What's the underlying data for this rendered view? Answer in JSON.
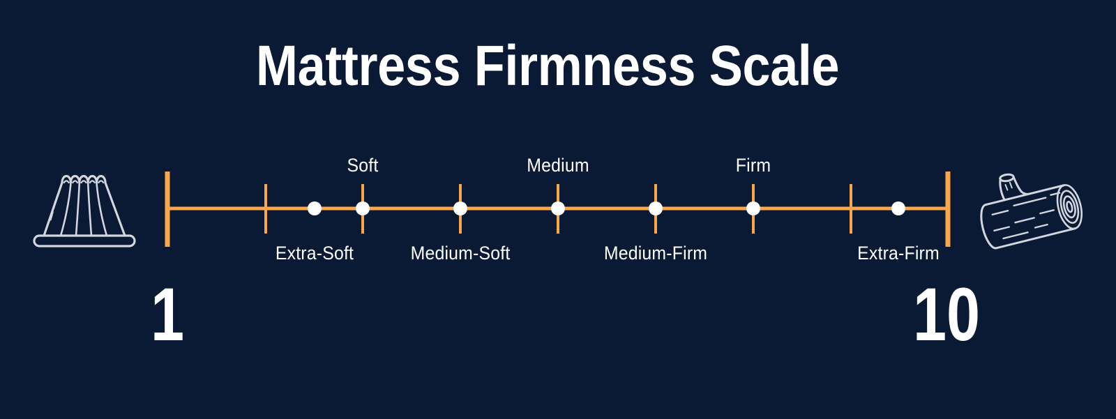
{
  "title": "Mattress Firmness Scale",
  "colors": {
    "background": "#0B1A34",
    "scale_orange": "#FAA74C",
    "text_white": "#FFFFFF",
    "icon_outline": "#D2D6DE"
  },
  "scale": {
    "min": {
      "value": "1"
    },
    "max": {
      "value": "10"
    },
    "points": [
      {
        "label": "Extra-Soft",
        "label_side": "below"
      },
      {
        "label": "Soft",
        "label_side": "above"
      },
      {
        "label": "Medium-Soft",
        "label_side": "below"
      },
      {
        "label": "Medium",
        "label_side": "above"
      },
      {
        "label": "Medium-Firm",
        "label_side": "below"
      },
      {
        "label": "Firm",
        "label_side": "above"
      },
      {
        "label": "Extra-Firm",
        "label_side": "below"
      }
    ]
  },
  "icons": {
    "left": "jello-mold",
    "right": "wood-log"
  }
}
